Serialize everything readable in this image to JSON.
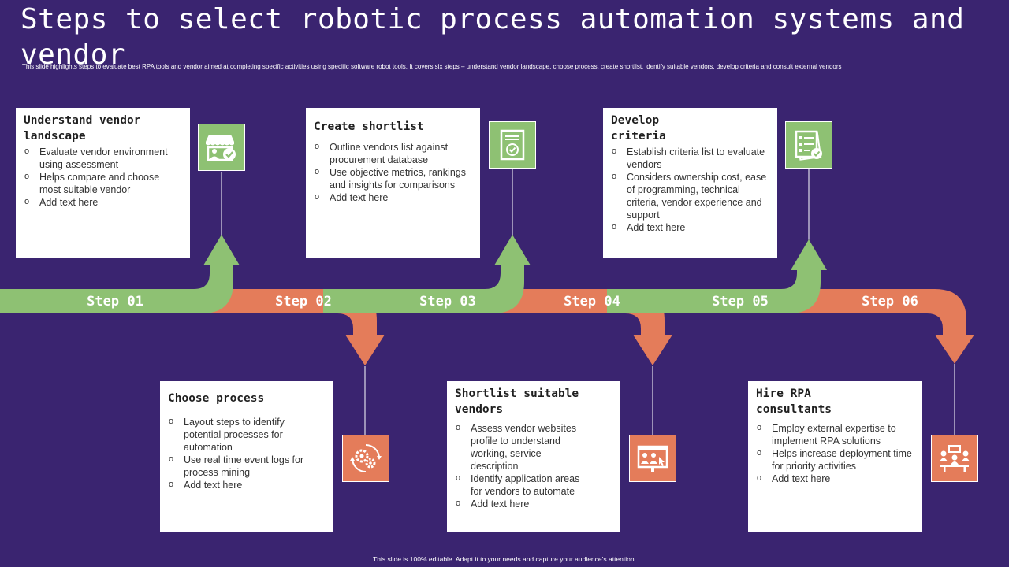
{
  "header": {
    "title": "Steps to select robotic process automation systems and vendor",
    "subtitle": "This slide highlights steps to evaluate best RPA tools and vendor aimed at completing specific activities using specific software robot tools. It covers six steps – understand  vendor landscape, choose process, create shortlist, identify suitable vendors, develop criteria and consult external vendors"
  },
  "colors": {
    "background": "#3a2470",
    "green": "#8ec173",
    "orange": "#e47c5a"
  },
  "steps": [
    {
      "label": "Step 01",
      "title": "Understand vendor landscape",
      "bullets": [
        "Evaluate vendor environment  using assessment",
        "Helps compare and choose most suitable vendor",
        "Add text here"
      ],
      "icon": "store-check-icon"
    },
    {
      "label": "Step 02",
      "title": "Choose process",
      "bullets": [
        "Layout steps to identify potential processes for automation",
        "Use real time event logs for process mining",
        "Add text here"
      ],
      "icon": "gears-cycle-icon"
    },
    {
      "label": "Step 03",
      "title": "Create shortlist",
      "bullets": [
        "Outline vendors  list against procurement database",
        "Use objective metrics, rankings and insights for comparisons",
        "Add text here"
      ],
      "icon": "document-check-icon"
    },
    {
      "label": "Step 04",
      "title": "Shortlist suitable vendors",
      "bullets": [
        "Assess vendor websites profile  to understand working, service  description",
        "Identify application areas for vendors  to automate",
        "Add text here"
      ],
      "icon": "presentation-board-icon"
    },
    {
      "label": "Step 05",
      "title": "Develop criteria",
      "bullets": [
        "Establish criteria list to evaluate  vendors",
        "Considers ownership cost, ease of programming, technical criteria, vendor  experience and support",
        "Add text here"
      ],
      "icon": "checklist-icon"
    },
    {
      "label": "Step 06",
      "title": "Hire RPA consultants",
      "bullets": [
        "Employ external expertise to implement RPA solutions",
        "Helps increase deployment time for priority activities",
        "Add text here"
      ],
      "icon": "meeting-table-icon"
    }
  ],
  "footer": {
    "note": "This slide is 100% editable. Adapt it to your needs and capture your audience’s attention."
  }
}
